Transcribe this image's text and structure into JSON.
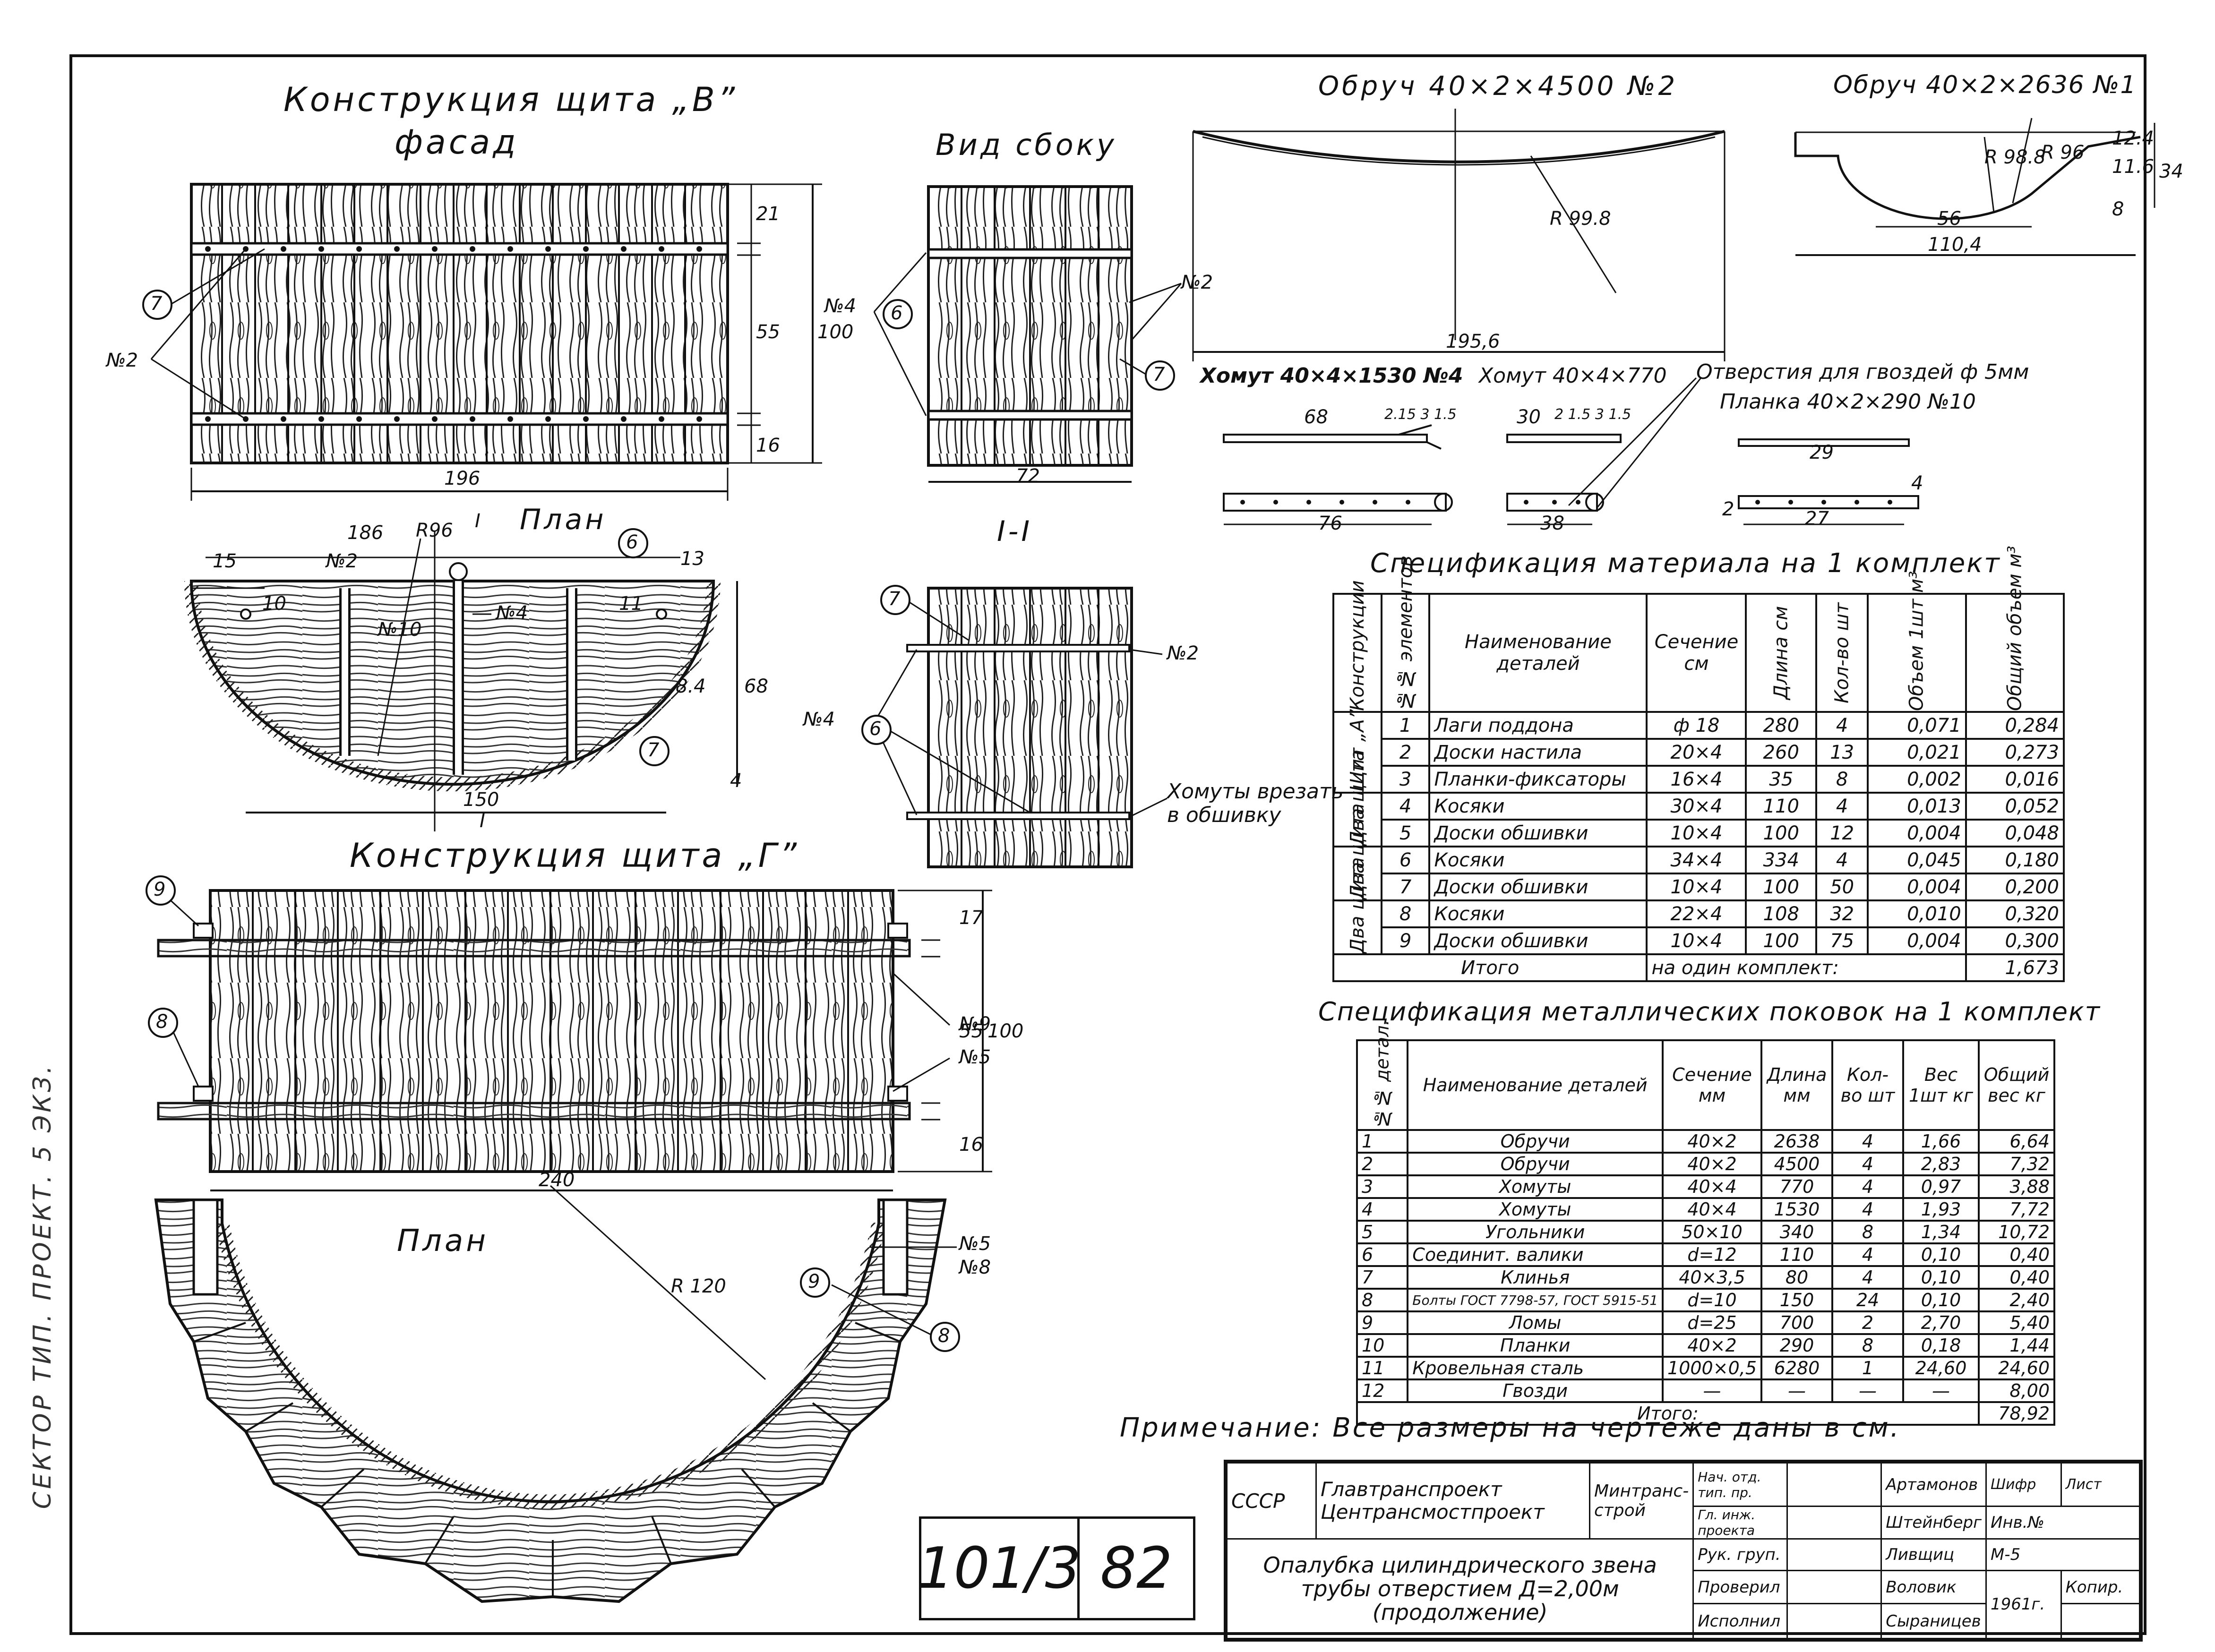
{
  "sheet": {
    "views": {
      "shield_v_title": "Конструкция щита „В”",
      "shield_v_subtitle": "фасад",
      "side_view_title": "Вид сбоку",
      "plan_title": "План",
      "section_title": "I-I",
      "shield_g_title": "Конструкция щита „Г”",
      "plan2_title": "План",
      "hoop2_title": "Обруч 40×2×4500 №2",
      "hoop1_title": "Обруч 40×2×2636 №1",
      "clamp4_title": "Хомут 40×4×1530 №4",
      "clamp3_title": "Хомут 40×4×770",
      "nail_holes_note": "Отверстия для гвоздей ф 5мм",
      "plank_title": "Планка 40×2×290 №10",
      "clamp_note_1": "Хомуты врезать",
      "clamp_note_2": "в обшивку"
    },
    "dimensions": {
      "d196": "196",
      "d21": "21",
      "d55": "55",
      "d100": "100",
      "d16": "16",
      "d72": "72",
      "d186": "186",
      "d15a": "15",
      "d13": "13",
      "d10": "10",
      "d11": "11",
      "dR96": "R96",
      "d84": "8.4",
      "d68": "68",
      "d150": "150",
      "d4": "4",
      "d17": "17",
      "d55b": "55",
      "d100b": "100",
      "d16b": "16",
      "d240": "240",
      "dR120": "R 120",
      "d1956": "195,6",
      "dR998": "R 99.8",
      "d56": "56",
      "d1104": "110,4",
      "dR988": "R 98.8",
      "dR96b": "R 96",
      "d8": "8",
      "d116": "11.6",
      "d124": "12.4",
      "d34": "34",
      "d68c": "68",
      "d2153": "2.15 3 1.5",
      "d76": "76",
      "d30": "30",
      "d2153b": "2 1.5 3 1.5",
      "d38": "38",
      "d29": "29",
      "d27": "27",
      "d2": "2",
      "d4b": "4"
    },
    "markers": {
      "m6": "6",
      "m7": "7",
      "m8": "8",
      "m9": "9",
      "n2": "№2",
      "n4": "№4",
      "n5": "№5",
      "n8": "№8",
      "n9": "№9",
      "n10": "№10",
      "sec_I": "I"
    },
    "table1": {
      "title": "Спецификация материала на 1 комплект",
      "headers": [
        "Конструкции",
        "№№ элементов",
        "Наименование деталей",
        "Сечение см",
        "Длина см",
        "Кол-во шт",
        "Объем 1шт м³",
        "Общий объем м³"
      ],
      "groups": [
        "Щит „А”",
        "Два щита",
        "Два щита",
        "Два щита"
      ],
      "rows": [
        [
          "1",
          "Лаги поддона",
          "ф 18",
          "280",
          "4",
          "0,071",
          "0,284"
        ],
        [
          "2",
          "Доски настила",
          "20×4",
          "260",
          "13",
          "0,021",
          "0,273"
        ],
        [
          "3",
          "Планки-фиксаторы",
          "16×4",
          "35",
          "8",
          "0,002",
          "0,016"
        ],
        [
          "4",
          "Косяки",
          "30×4",
          "110",
          "4",
          "0,013",
          "0,052"
        ],
        [
          "5",
          "Доски обшивки",
          "10×4",
          "100",
          "12",
          "0,004",
          "0,048"
        ],
        [
          "6",
          "Косяки",
          "34×4",
          "334",
          "4",
          "0,045",
          "0,180"
        ],
        [
          "7",
          "Доски обшивки",
          "10×4",
          "100",
          "50",
          "0,004",
          "0,200"
        ],
        [
          "8",
          "Косяки",
          "22×4",
          "108",
          "32",
          "0,010",
          "0,320"
        ],
        [
          "9",
          "Доски обшивки",
          "10×4",
          "100",
          "75",
          "0,004",
          "0,300"
        ]
      ],
      "total_label": "Итого",
      "total_text": "на один комплект:",
      "total_value": "1,673"
    },
    "table2": {
      "title": "Спецификация металлических поковок на 1 комплект",
      "headers": [
        "№№ детал.",
        "Наименование деталей",
        "Сечение мм",
        "Длина мм",
        "Кол-во шт",
        "Вес 1шт кг",
        "Общий вес кг"
      ],
      "rows": [
        [
          "1",
          "Обручи",
          "40×2",
          "2638",
          "4",
          "1,66",
          "6,64"
        ],
        [
          "2",
          "Обручи",
          "40×2",
          "4500",
          "4",
          "2,83",
          "7,32"
        ],
        [
          "3",
          "Хомуты",
          "40×4",
          "770",
          "4",
          "0,97",
          "3,88"
        ],
        [
          "4",
          "Хомуты",
          "40×4",
          "1530",
          "4",
          "1,93",
          "7,72"
        ],
        [
          "5",
          "Угольники",
          "50×10",
          "340",
          "8",
          "1,34",
          "10,72"
        ],
        [
          "6",
          "Соединит. валики",
          "d=12",
          "110",
          "4",
          "0,10",
          "0,40"
        ],
        [
          "7",
          "Клинья",
          "40×3,5",
          "80",
          "4",
          "0,10",
          "0,40"
        ],
        [
          "8",
          "Болты ГОСТ 7798-57, ГОСТ 5915-51",
          "d=10",
          "150",
          "24",
          "0,10",
          "2,40"
        ],
        [
          "9",
          "Ломы",
          "d=25",
          "700",
          "2",
          "2,70",
          "5,40"
        ],
        [
          "10",
          "Планки",
          "40×2",
          "290",
          "8",
          "0,18",
          "1,44"
        ],
        [
          "11",
          "Кровельная сталь",
          "1000×0,5",
          "6280",
          "1",
          "24,60",
          "24,60"
        ],
        [
          "12",
          "Гвозди",
          "—",
          "—",
          "—",
          "—",
          "8,00"
        ]
      ],
      "total_label": "Итого:",
      "total_value": "78,92"
    },
    "note": "Примечание: Все размеры на чертеже даны в см.",
    "title_block": {
      "country": "СССР",
      "org1": "Главтранспроект",
      "org2": "Центрансмостпроект",
      "org3": "Минтранс-строй",
      "role1": "Нач. отд. тип. пр.",
      "name1": "Артамонов",
      "role2": "Гл. инж. проекта",
      "name2": "Штейнберг",
      "role3": "Рук. груп.",
      "name3": "Ливщиц",
      "role4": "Проверил",
      "name4": "Воловик",
      "role5": "Исполнил",
      "name5": "Сыраницев",
      "drawing_title_1": "Опалубка цилиндрического звена",
      "drawing_title_2": "трубы отверстием Д=2,00м",
      "drawing_title_3": "(продолжение)",
      "code_label": "Шифр",
      "code_value": "Инв.№",
      "sheet_label": "Лист",
      "scale_label": "М-5",
      "year": "1961г.",
      "copy_label": "Копир."
    },
    "stamp": {
      "number": "101/3",
      "page": "82"
    },
    "side_note": "СЕКТОР ТИП. ПРОЕКТ. 5 ЭКЗ."
  }
}
